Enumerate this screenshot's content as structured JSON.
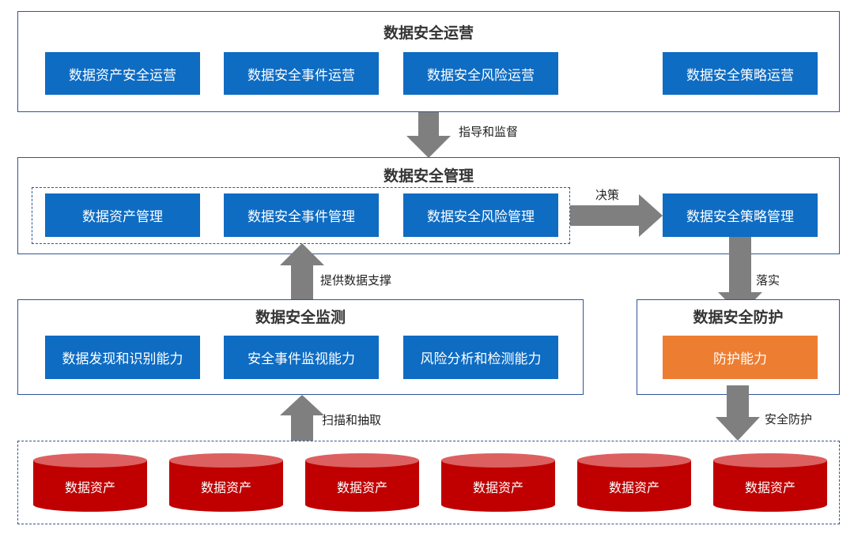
{
  "operation": {
    "title": "数据安全运营",
    "items": [
      "数据资产安全运营",
      "数据安全事件运营",
      "数据安全风险运营",
      "数据安全策略运营"
    ]
  },
  "management": {
    "title": "数据安全管理",
    "items": [
      "数据资产管理",
      "数据安全事件管理",
      "数据安全风险管理"
    ],
    "strategy": "数据安全策略管理"
  },
  "monitoring": {
    "title": "数据安全监测",
    "items": [
      "数据发现和识别能力",
      "安全事件监视能力",
      "风险分析和检测能力"
    ]
  },
  "protection": {
    "title": "数据安全防护",
    "item": "防护能力"
  },
  "assets": [
    "数据资产",
    "数据资产",
    "数据资产",
    "数据资产",
    "数据资产",
    "数据资产"
  ],
  "arrows": {
    "guide": "指导和监督",
    "decide": "决策",
    "implement": "落实",
    "support": "提供数据支撑",
    "scan": "扫描和抽取",
    "protect": "安全防护"
  },
  "colors": {
    "panel_border": "#2f5597",
    "box_blue": "#0e6cc3",
    "box_orange": "#ed7d31",
    "cylinder_red": "#c00000",
    "arrow_gray": "#7f7f7f"
  }
}
